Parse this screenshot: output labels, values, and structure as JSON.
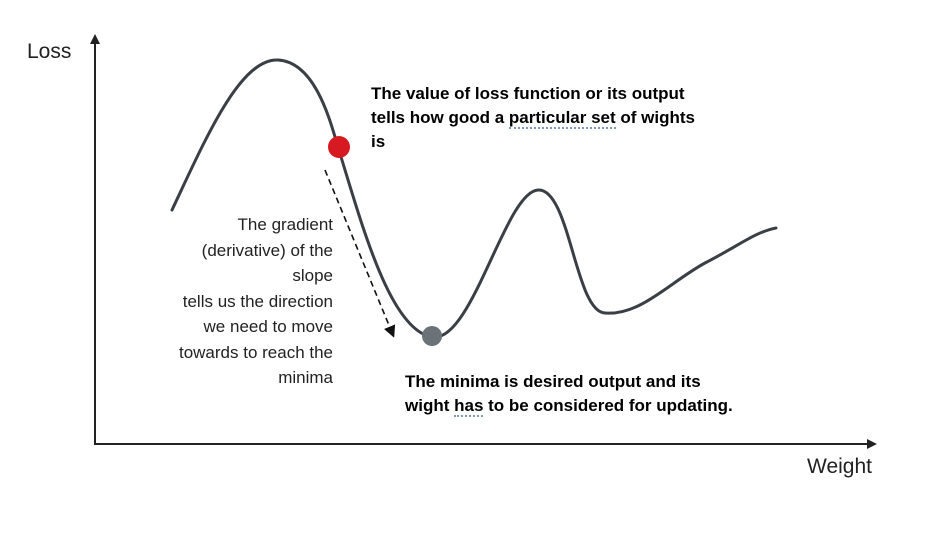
{
  "axes": {
    "y_label": "Loss",
    "x_label": "Weight"
  },
  "annotations": {
    "top_note": {
      "line1": "The value of loss function or its output",
      "line2_pre": "tells how good a ",
      "line2_underlined": "particular set",
      "line2_post": " of wights",
      "line3": "is"
    },
    "gradient_note": {
      "lines": [
        "The gradient",
        "(derivative) of the",
        "slope",
        "tells us the direction",
        "we need to move",
        "towards to reach the",
        "minima"
      ]
    },
    "bottom_note": {
      "line1": "The minima is desired output and its",
      "line2_pre": "wight ",
      "line2_underlined": "has",
      "line2_post": " to be considered for updating."
    }
  },
  "colors": {
    "curve": "#3a3f46",
    "current_point": "#d71921",
    "minimum_point": "#6a7478",
    "axis": "#222222"
  }
}
